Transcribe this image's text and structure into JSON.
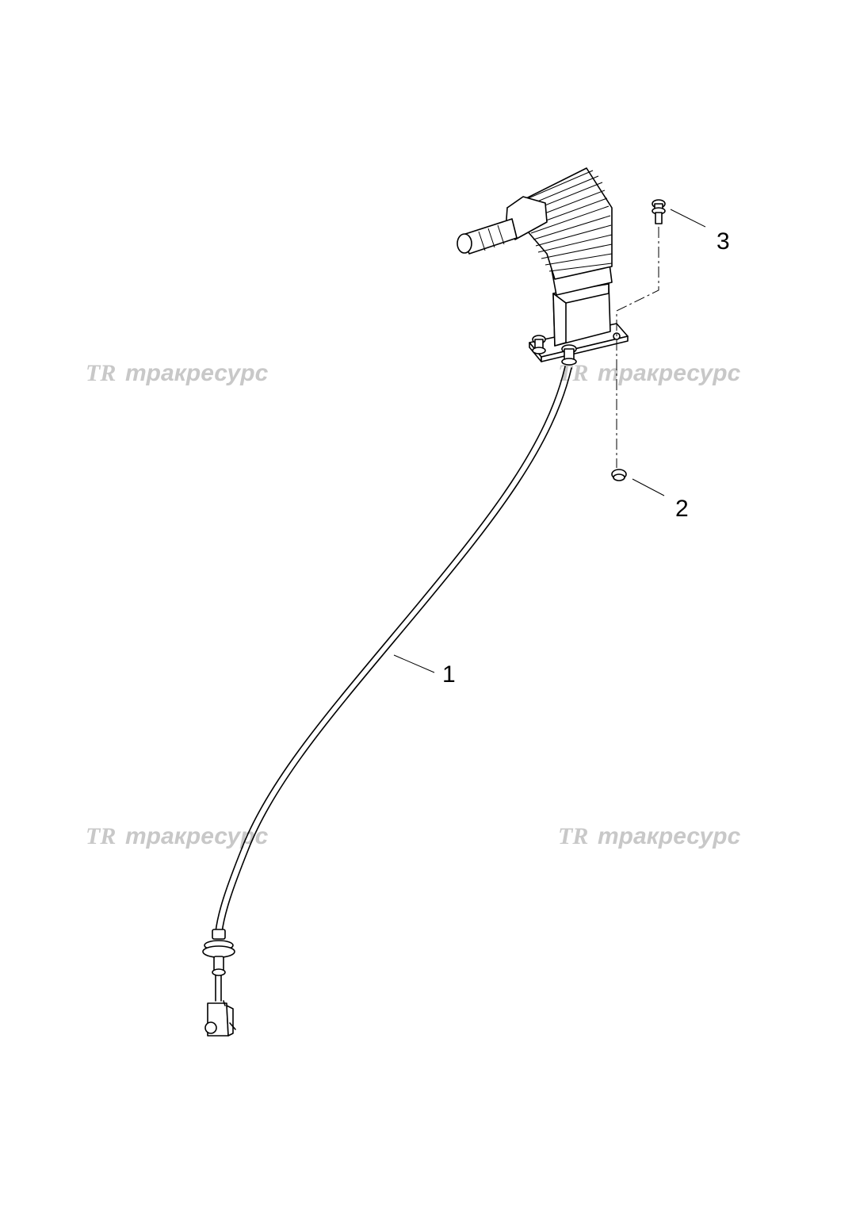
{
  "watermark": {
    "logo": "TR",
    "brand": "тракресурс"
  },
  "callouts": [
    {
      "id": "cable",
      "label": "1"
    },
    {
      "id": "nut",
      "label": "2"
    },
    {
      "id": "bolt",
      "label": "3"
    }
  ],
  "colors": {
    "line": "#000000",
    "watermark": "#c8c8c8",
    "background": "#ffffff"
  }
}
